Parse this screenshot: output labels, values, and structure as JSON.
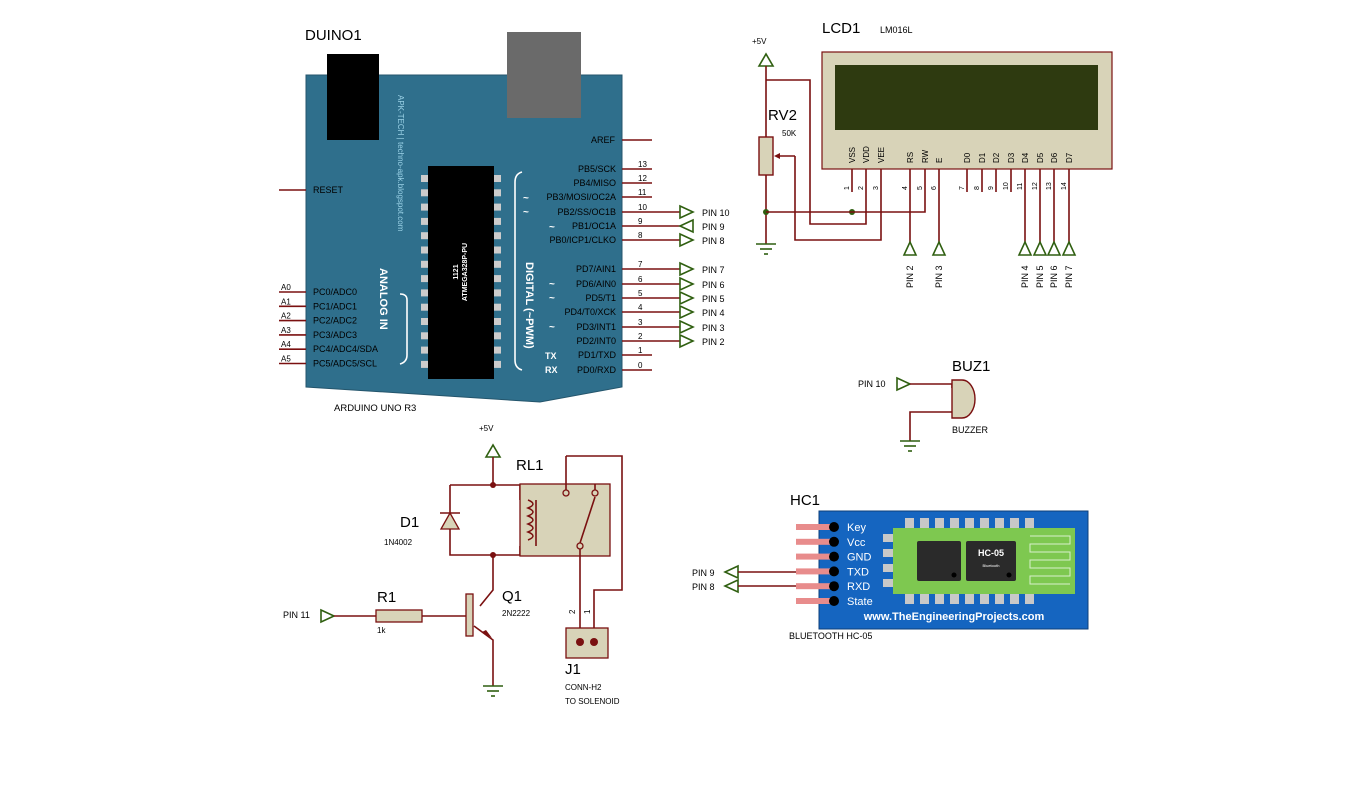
{
  "duino": {
    "ref": "DUINO1",
    "name": "ARDUINO UNO R3",
    "watermark": "APK-TECH | techno-apk.blogspot.com",
    "chip_line1": "1121",
    "chip_line2": "ATMEGA328P-PU",
    "analog_title": "ANALOG IN",
    "digital_title": "DIGITAL (~PWM)",
    "aref": "AREF",
    "reset": "RESET",
    "tx": "TX",
    "rx": "RX",
    "tilde": "~",
    "left_pins": [
      {
        "num": "A0",
        "name": "PC0/ADC0"
      },
      {
        "num": "A1",
        "name": "PC1/ADC1"
      },
      {
        "num": "A2",
        "name": "PC2/ADC2"
      },
      {
        "num": "A3",
        "name": "PC3/ADC3"
      },
      {
        "num": "A4",
        "name": "PC4/ADC4/SDA"
      },
      {
        "num": "A5",
        "name": "PC5/ADC5/SCL"
      }
    ],
    "right_pins": [
      {
        "num": "13",
        "name": "PB5/SCK",
        "net": ""
      },
      {
        "num": "12",
        "name": "PB4/MISO",
        "net": ""
      },
      {
        "num": "11",
        "name": "PB3/MOSI/OC2A",
        "net": ""
      },
      {
        "num": "10",
        "name": "PB2/SS/OC1B",
        "net": "PIN 10"
      },
      {
        "num": "9",
        "name": "PB1/OC1A",
        "net": "PIN 9"
      },
      {
        "num": "8",
        "name": "PB0/ICP1/CLKO",
        "net": "PIN 8"
      },
      {
        "num": "7",
        "name": "PD7/AIN1",
        "net": "PIN 7"
      },
      {
        "num": "6",
        "name": "PD6/AIN0",
        "net": "PIN 6"
      },
      {
        "num": "5",
        "name": "PD5/T1",
        "net": "PIN 5"
      },
      {
        "num": "4",
        "name": "PD4/T0/XCK",
        "net": "PIN 4"
      },
      {
        "num": "3",
        "name": "PD3/INT1",
        "net": "PIN 3"
      },
      {
        "num": "2",
        "name": "PD2/INT0",
        "net": "PIN 2"
      },
      {
        "num": "1",
        "name": "PD1/TXD",
        "net": ""
      },
      {
        "num": "0",
        "name": "PD0/RXD",
        "net": ""
      }
    ]
  },
  "lcd": {
    "ref": "LCD1",
    "model": "LM016L",
    "pins": [
      {
        "name": "VSS",
        "num": "1"
      },
      {
        "name": "VDD",
        "num": "2"
      },
      {
        "name": "VEE",
        "num": "3"
      },
      {
        "name": "RS",
        "num": "4"
      },
      {
        "name": "RW",
        "num": "5"
      },
      {
        "name": "E",
        "num": "6"
      },
      {
        "name": "D0",
        "num": "7"
      },
      {
        "name": "D1",
        "num": "8"
      },
      {
        "name": "D2",
        "num": "9"
      },
      {
        "name": "D3",
        "num": "10"
      },
      {
        "name": "D4",
        "num": "11"
      },
      {
        "name": "D5",
        "num": "12"
      },
      {
        "name": "D6",
        "num": "13"
      },
      {
        "name": "D7",
        "num": "14"
      }
    ],
    "nets": [
      "PIN 2",
      "PIN 3",
      "PIN 4",
      "PIN 5",
      "PIN 6",
      "PIN 7"
    ]
  },
  "rv2": {
    "ref": "RV2",
    "value": "50K",
    "supply": "+5V"
  },
  "buzzer": {
    "ref": "BUZ1",
    "type": "BUZZER",
    "net": "PIN 10"
  },
  "relay": {
    "ref": "RL1",
    "supply": "+5V"
  },
  "diode": {
    "ref": "D1",
    "part": "1N4002"
  },
  "resistor": {
    "ref": "R1",
    "value": "1k",
    "net": "PIN 11"
  },
  "transistor": {
    "ref": "Q1",
    "part": "2N2222"
  },
  "connector": {
    "ref": "J1",
    "part": "CONN-H2",
    "note": "TO SOLENOID",
    "pin1": "1",
    "pin2": "2"
  },
  "bluetooth": {
    "ref": "HC1",
    "name": "BLUETOOTH HC-05",
    "chip": "HC-05",
    "chip_small": "Bluetooth",
    "url": "www.TheEngineeringProjects.com",
    "pins": [
      "Key",
      "Vcc",
      "GND",
      "TXD",
      "RXD",
      "State"
    ],
    "nets": [
      "PIN 9",
      "PIN 8"
    ]
  },
  "colors": {
    "wire": "#7a1010",
    "net": "#2f5f10",
    "board": "#2f6f8c",
    "lcd_screen": "#2e3a10",
    "bt_board": "#1565c0",
    "bt_green": "#7ec850"
  }
}
